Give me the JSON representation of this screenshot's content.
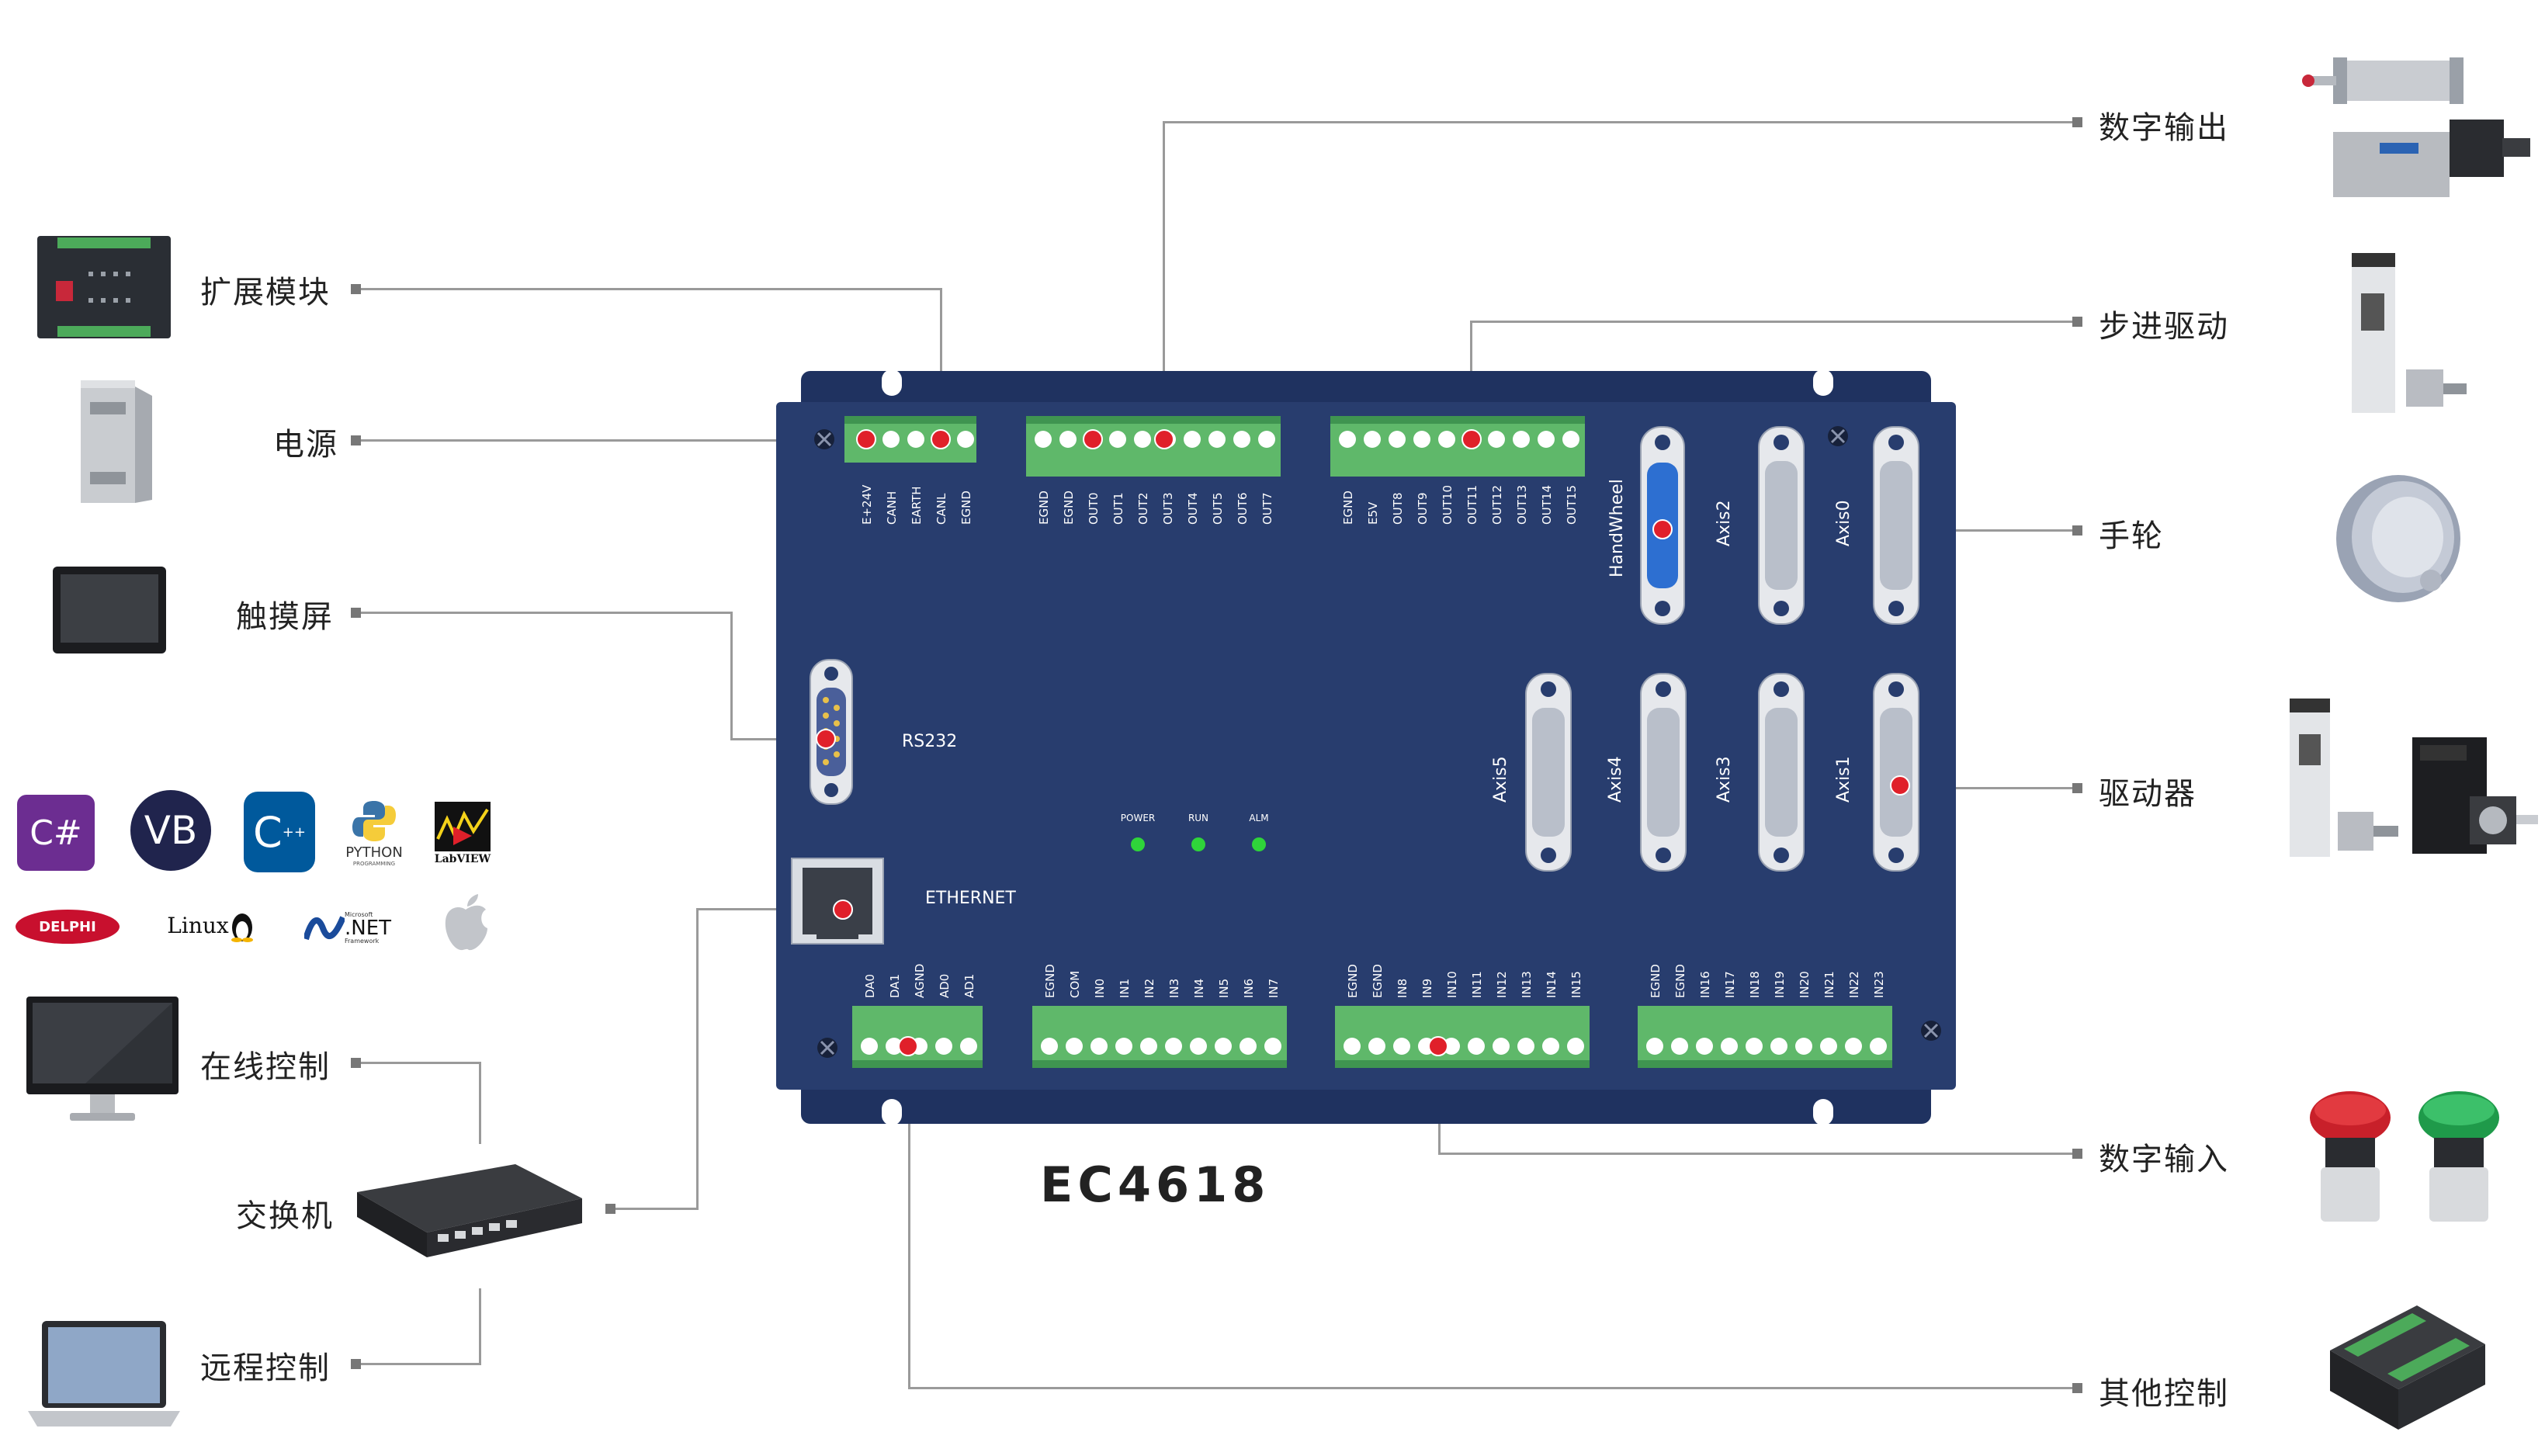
{
  "model": "EC4618",
  "left_labels": {
    "expansion": "扩展模块",
    "power": "电源",
    "touch": "触摸屏",
    "online": "在线控制",
    "switch": "交换机",
    "remote": "远程控制"
  },
  "right_labels": {
    "dout": "数字输出",
    "stepper": "步进驱动",
    "handwheel": "手轮",
    "driver": "驱动器",
    "din": "数字输入",
    "other": "其他控制"
  },
  "ports": {
    "rs232": "RS232",
    "ethernet": "ETHERNET",
    "handwheel": "HandWheel",
    "axis0": "Axis0",
    "axis1": "Axis1",
    "axis2": "Axis2",
    "axis3": "Axis3",
    "axis4": "Axis4",
    "axis5": "Axis5"
  },
  "leds": [
    "POWER",
    "RUN",
    "ALM"
  ],
  "terminals": {
    "power": [
      "E+24V",
      "CANH",
      "EARTH",
      "CANL",
      "EGND"
    ],
    "out_a": [
      "EGND",
      "EGND",
      "OUT0",
      "OUT1",
      "OUT2",
      "OUT3",
      "OUT4",
      "OUT5",
      "OUT6",
      "OUT7"
    ],
    "out_b": [
      "EGND",
      "E5V",
      "OUT8",
      "OUT9",
      "OUT10",
      "OUT11",
      "OUT12",
      "OUT13",
      "OUT14",
      "OUT15"
    ],
    "analog": [
      "DA0",
      "DA1",
      "AGND",
      "AD0",
      "AD1"
    ],
    "in_a": [
      "EGND",
      "COM",
      "IN0",
      "IN1",
      "IN2",
      "IN3",
      "IN4",
      "IN5",
      "IN6",
      "IN7"
    ],
    "in_b": [
      "EGND",
      "EGND",
      "IN8",
      "IN9",
      "IN10",
      "IN11",
      "IN12",
      "IN13",
      "IN14",
      "IN15"
    ],
    "in_c": [
      "EGND",
      "EGND",
      "IN16",
      "IN17",
      "IN18",
      "IN19",
      "IN20",
      "IN21",
      "IN22",
      "IN23"
    ]
  },
  "languages": {
    "csharp": "C#",
    "vb": "VB",
    "cpp": "C",
    "cpp_plus": "++",
    "python": "PYTHON",
    "python_sub": "PROGRAMMING",
    "labview": "LabVIEW",
    "delphi": "DELPHI",
    "linux": "Linux",
    "dotnet": ".NET",
    "dotnet_brand": "Microsoft",
    "dotnet_sub": "Framework"
  },
  "colors": {
    "board": "#283d6e",
    "board_edge": "#1f3260",
    "terminal": "#5fb86a",
    "terminal_dark": "#3f9450",
    "marker": "#e0202a",
    "led": "#2fd43a",
    "line": "#9a9a9a",
    "handwheel_port": "#2d6fd1"
  }
}
